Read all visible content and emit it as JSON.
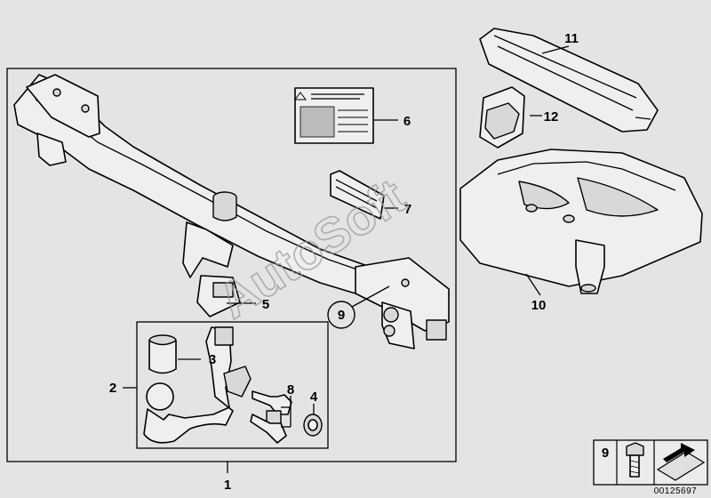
{
  "callouts": {
    "c1": "1",
    "c2": "2",
    "c3": "3",
    "c4": "4",
    "c5": "5",
    "c6": "6",
    "c7": "7",
    "c8": "8",
    "c9": "9",
    "c10": "10",
    "c11": "11",
    "c12": "12",
    "legend_9": "9"
  },
  "watermark": "AutoSoft",
  "document_id": "00125697"
}
